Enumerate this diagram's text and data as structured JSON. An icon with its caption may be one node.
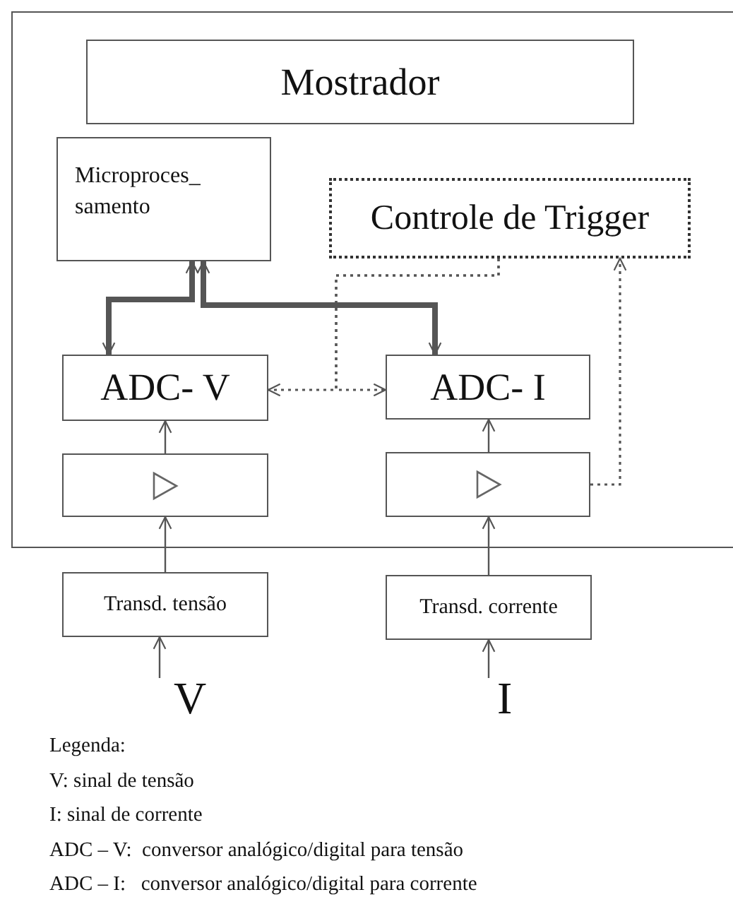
{
  "diagram": {
    "nodes": [
      {
        "text": [],
        "shape": "box"
      },
      {
        "text": [
          "Mostrador"
        ],
        "in": 0
      },
      {
        "text": [
          "Microproces_ samento"
        ],
        "in": 0
      },
      {
        "text": [
          "Controle de Trigger"
        ],
        "in": 0
      },
      {
        "text": [
          "ADC- V"
        ],
        "in": 0
      },
      {
        "text": [
          "ADC- I"
        ],
        "in": 0
      },
      {
        "text": [],
        "shape": "box",
        "in": 0
      },
      {
        "text": [],
        "shape": "box",
        "in": 0
      },
      {
        "text": [
          "Transd. tensão"
        ]
      },
      {
        "text": [
          "Transd. corrente"
        ]
      },
      {
        "text": [
          "V"
        ]
      },
      {
        "text": [
          "I"
        ]
      }
    ],
    "edges": [
      {
        "from": 2,
        "to": 4,
        "arrow": "both",
        "style": "thick"
      },
      {
        "from": 2,
        "to": 5,
        "arrow": "both",
        "style": "thick"
      },
      {
        "from": 3,
        "to": 4,
        "arrow": "to",
        "style": "dashed"
      },
      {
        "from": 3,
        "to": 5,
        "arrow": "to",
        "style": "dashed"
      },
      {
        "from": 7,
        "to": 3,
        "arrow": "to",
        "style": "dashed"
      },
      {
        "from": 6,
        "to": 4,
        "arrow": "to"
      },
      {
        "from": 7,
        "to": 5,
        "arrow": "to"
      },
      {
        "from": 8,
        "to": 6,
        "arrow": "to"
      },
      {
        "from": 9,
        "to": 7,
        "arrow": "to"
      },
      {
        "from": 10,
        "to": 8,
        "arrow": "to"
      },
      {
        "from": 11,
        "to": 9,
        "arrow": "to"
      }
    ],
    "labels": [
      "Legenda:",
      "V: sinal de tensão",
      "I: sinal de corrente",
      "ADC – V:  conversor analógico/digital para tensão",
      "ADC – I:   conversor analógico/digital para corrente"
    ]
  }
}
